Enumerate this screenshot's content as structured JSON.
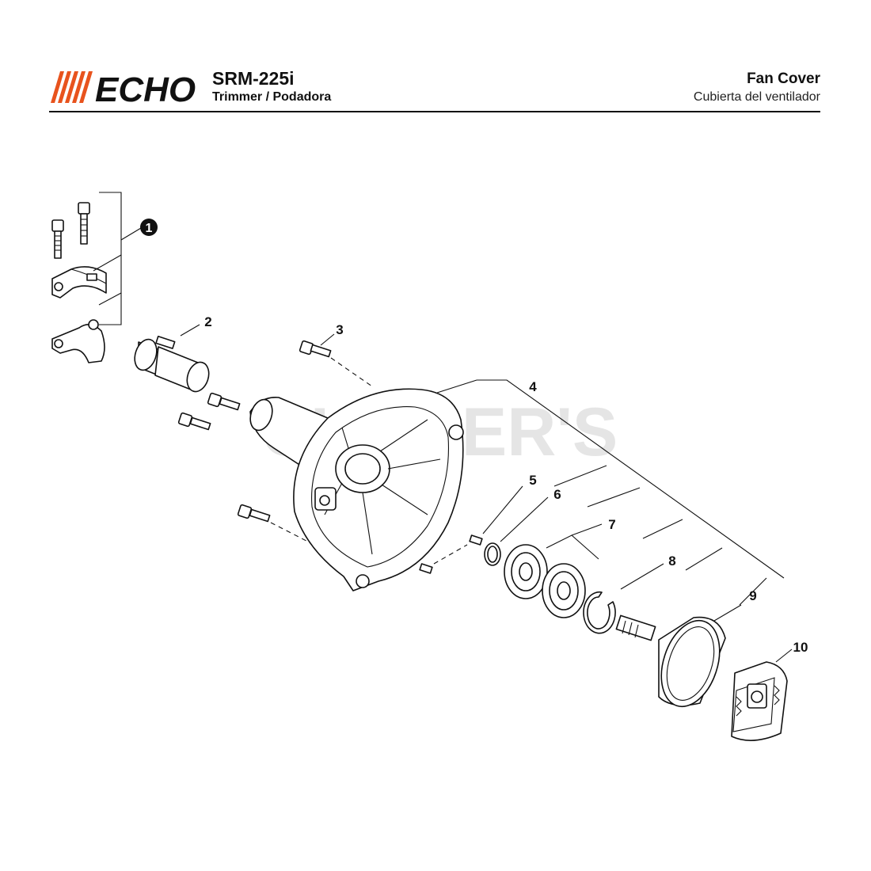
{
  "header": {
    "brand_logo_text": "ECHO",
    "model": "SRM-225i",
    "subtitle": "Trimmer / Podadora",
    "section_title": "Fan Cover",
    "section_subtitle": "Cubierta del ventilador",
    "accent_color": "#e8531d"
  },
  "watermark_text": "CHILLER'S",
  "callouts": [
    "1",
    "2",
    "3",
    "4",
    "5",
    "6",
    "7",
    "8",
    "9",
    "10"
  ]
}
